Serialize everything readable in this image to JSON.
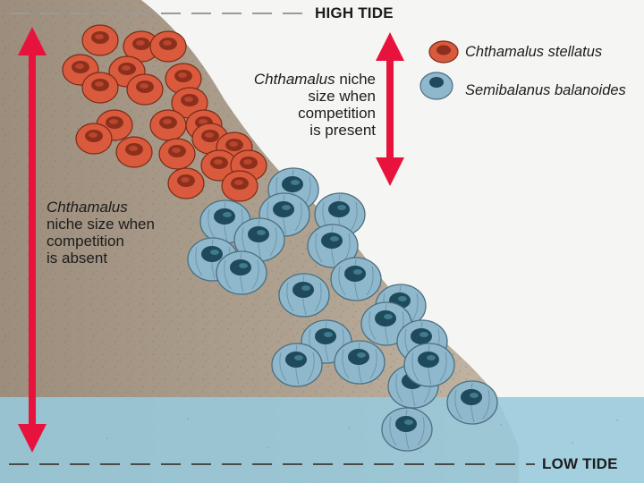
{
  "tide_labels": {
    "high": "HIGH TIDE",
    "low": "LOW TIDE"
  },
  "niche_labels": {
    "present": {
      "genus": "Chthamalus",
      "rest_line1": " niche",
      "line2": "size when",
      "line3": "competition",
      "line4": "is present"
    },
    "absent": {
      "genus": "Chthamalus",
      "line2": "niche size when",
      "line3": "competition",
      "line4": "is absent"
    }
  },
  "legend": [
    {
      "label": "Chthamalus stellatus",
      "icon": "orange-barnacle-icon",
      "color": "#d95a3c"
    },
    {
      "label": "Semibalanus balanoides",
      "icon": "blue-barnacle-icon",
      "color": "#8fb8cc"
    }
  ],
  "colors": {
    "rock": "#a59684",
    "sky": "#f4f4f4",
    "water": "#97cadc",
    "arrow": "#e8133c",
    "chthamalus": "#d95a3c",
    "semibalanus": "#8fb8cc"
  }
}
